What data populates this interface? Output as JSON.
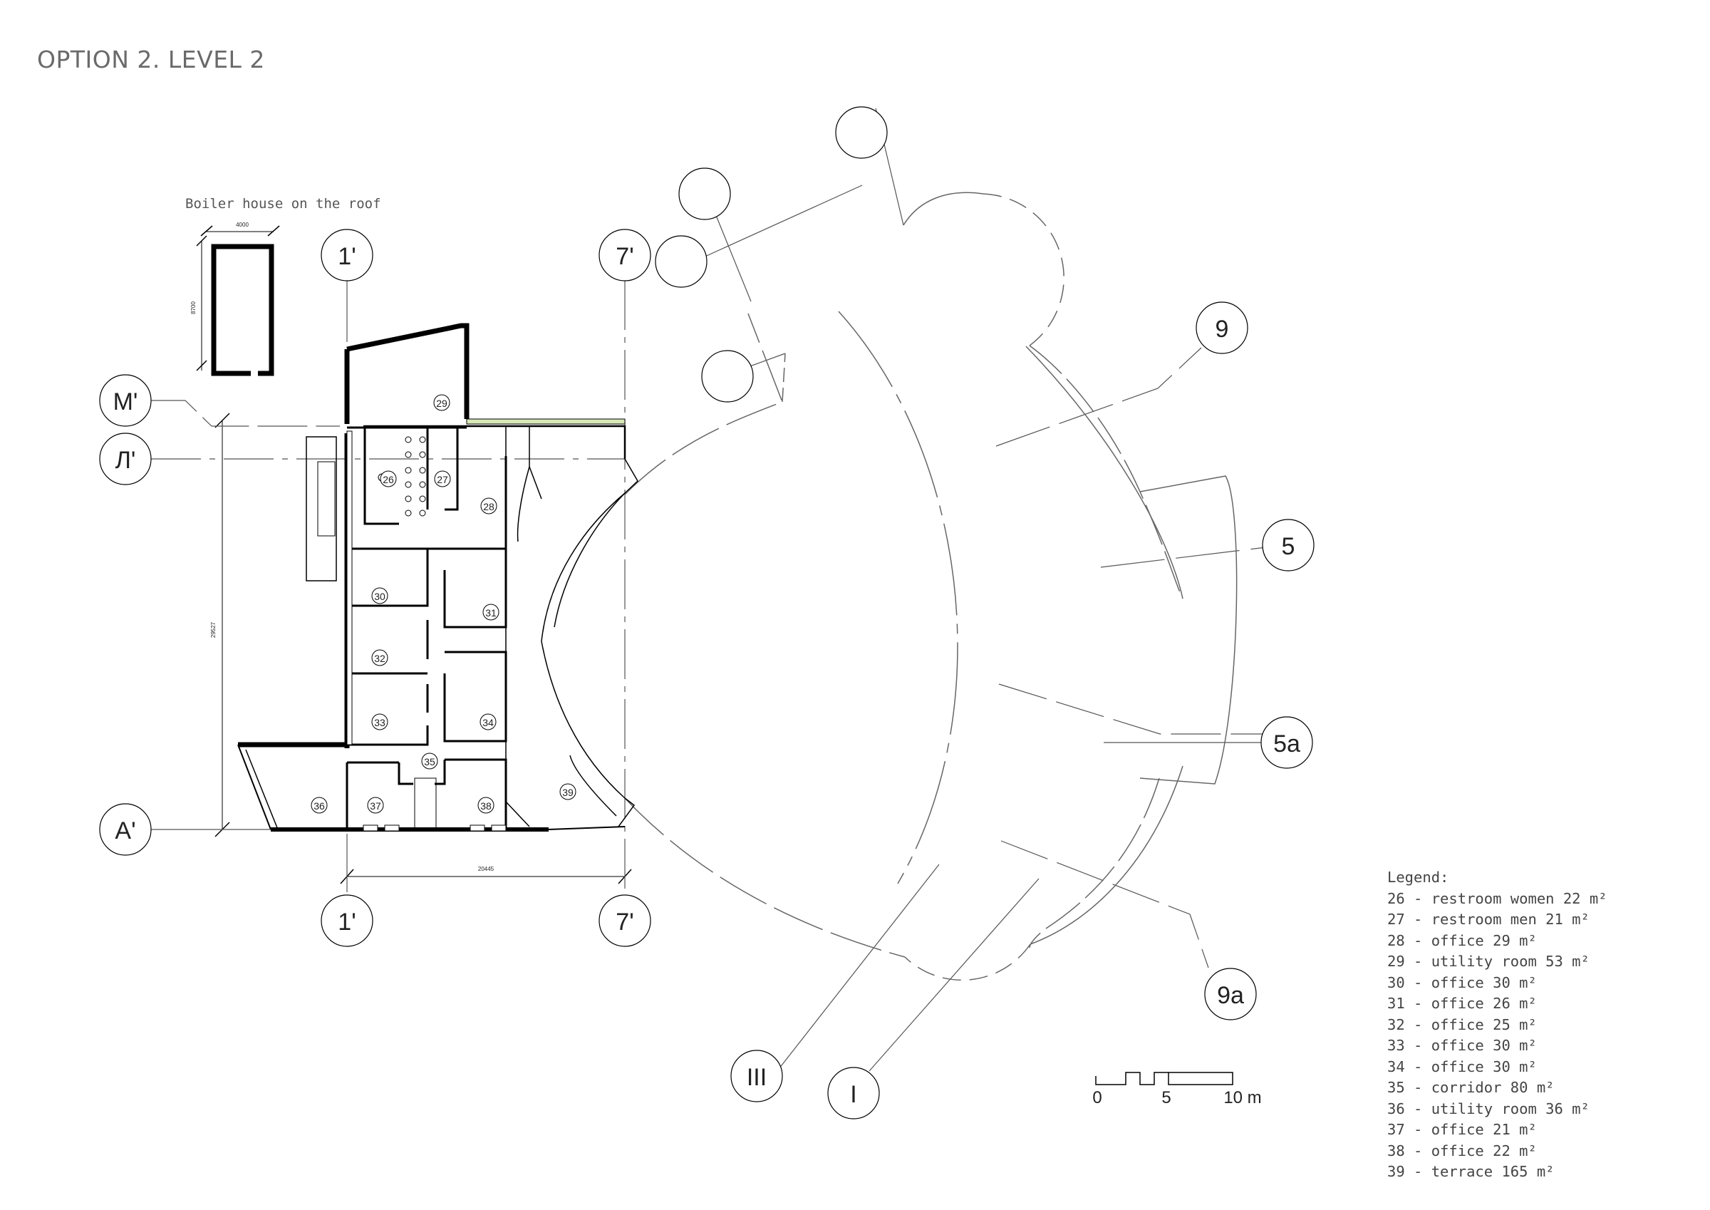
{
  "title": "OPTION 2. LEVEL 2",
  "boiler_caption": "Boiler house on the roof",
  "boiler_dims": {
    "width": "4000",
    "height": "8700"
  },
  "dimensions": {
    "vertical": "29527",
    "horizontal": "20445"
  },
  "grid_axes": {
    "top_1": "1'",
    "top_7": "7'",
    "bottom_1": "1'",
    "bottom_7": "7'",
    "m": "М'",
    "l": "Л'",
    "a": "А'",
    "r9": "9",
    "r5": "5",
    "r5a": "5a",
    "r9a": "9a",
    "r3": "III",
    "r1": "I"
  },
  "rooms": [
    "26",
    "27",
    "28",
    "29",
    "30",
    "31",
    "32",
    "33",
    "34",
    "35",
    "36",
    "37",
    "38",
    "39"
  ],
  "scale": {
    "zero": "0",
    "five": "5",
    "ten": "10 m"
  },
  "legend": {
    "heading": "Legend:",
    "items": [
      "26 - restroom women 22 m²",
      "27 - restroom men 21 m²",
      "28 - office 29 m²",
      "29 - utility room 53 m²",
      "30 - office 30 m²",
      "31 - office 26 m²",
      "32 - office 25 m²",
      "33 - office 30 m²",
      "34 - office 30 m²",
      "35 - corridor 80 m²",
      "36 - utility room 36 m²",
      "37 - office 21 m²",
      "38 - office 22 m²",
      "39 - terrace 165 m²"
    ]
  }
}
